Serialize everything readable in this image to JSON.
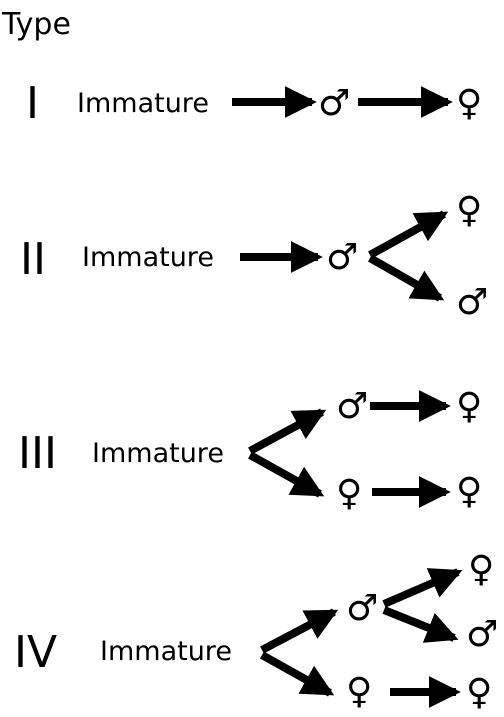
{
  "title": "Type",
  "immature_label": "Immature",
  "male_symbol": "♂",
  "female_symbol": "♀",
  "types": [
    {
      "numeral": "I",
      "pathway": [
        [
          "Immature",
          "♂"
        ],
        [
          "♂",
          "♀"
        ]
      ]
    },
    {
      "numeral": "II",
      "pathway": [
        [
          "Immature",
          "♂"
        ],
        [
          "♂",
          "♀"
        ],
        [
          "♂",
          "♂"
        ]
      ]
    },
    {
      "numeral": "III",
      "pathway": [
        [
          "Immature",
          "♂"
        ],
        [
          "Immature",
          "♀"
        ],
        [
          "♂",
          "♀"
        ],
        [
          "♀",
          "♀"
        ]
      ]
    },
    {
      "numeral": "IV",
      "pathway": [
        [
          "Immature",
          "♂"
        ],
        [
          "Immature",
          "♀"
        ],
        [
          "♂",
          "♀"
        ],
        [
          "♂",
          "♂"
        ],
        [
          "♀",
          "♀"
        ]
      ]
    }
  ]
}
